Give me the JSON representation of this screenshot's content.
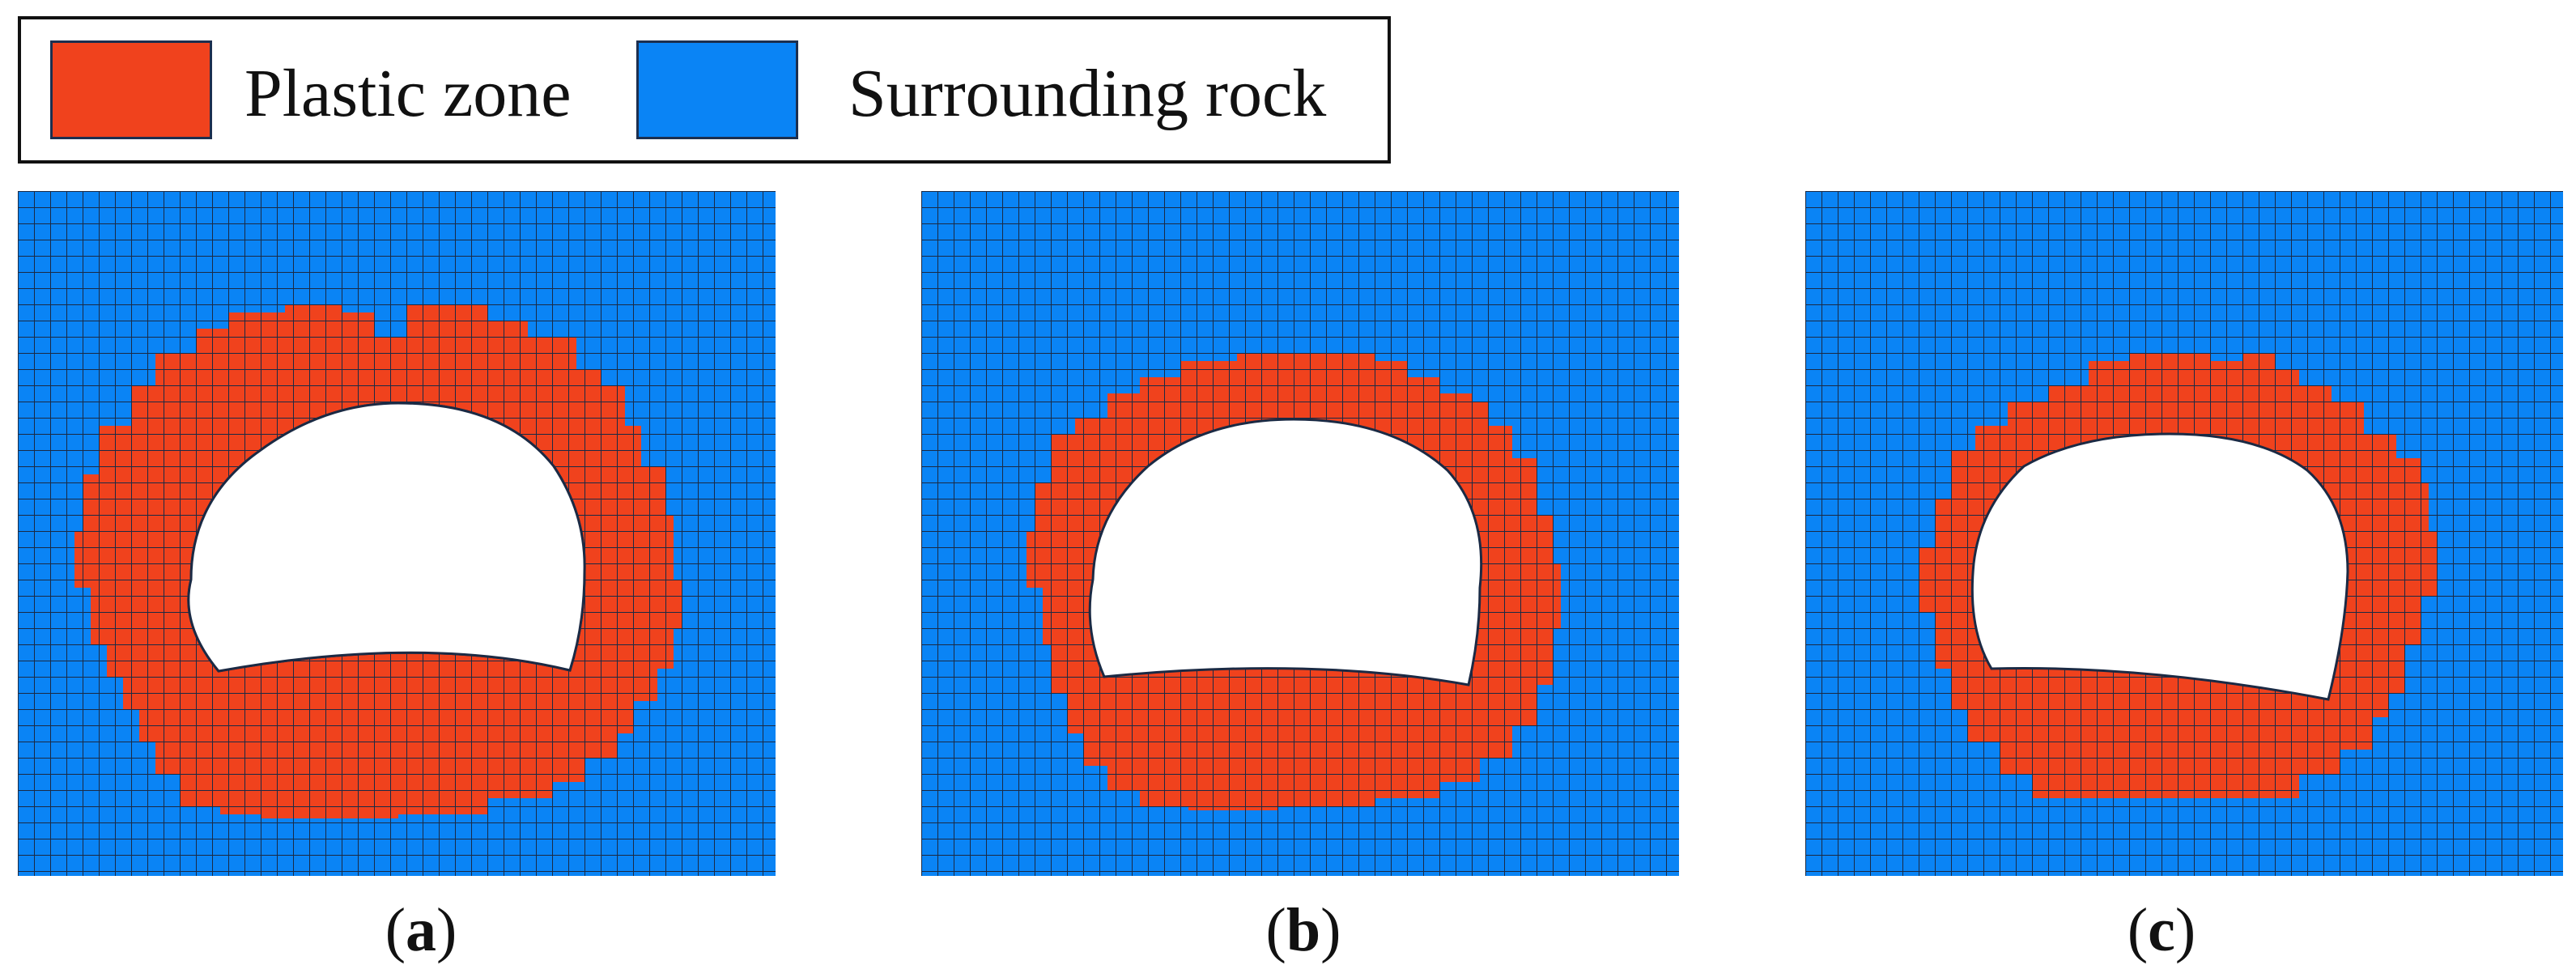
{
  "legend": {
    "items": [
      {
        "label": "Plastic zone",
        "color": "#f0421d"
      },
      {
        "label": "Surrounding rock",
        "color": "#0a84f5"
      }
    ]
  },
  "colors": {
    "plastic": "#f0421d",
    "rock": "#0a84f5",
    "mesh_line": "#1b2a44",
    "cavity": "#ffffff"
  },
  "panels": [
    {
      "id": "a",
      "caption_open": "(",
      "caption_letter": "a",
      "caption_close": ")"
    },
    {
      "id": "b",
      "caption_open": "(",
      "caption_letter": "b",
      "caption_close": ")"
    },
    {
      "id": "c",
      "caption_open": "(",
      "caption_letter": "c",
      "caption_close": ")"
    }
  ]
}
